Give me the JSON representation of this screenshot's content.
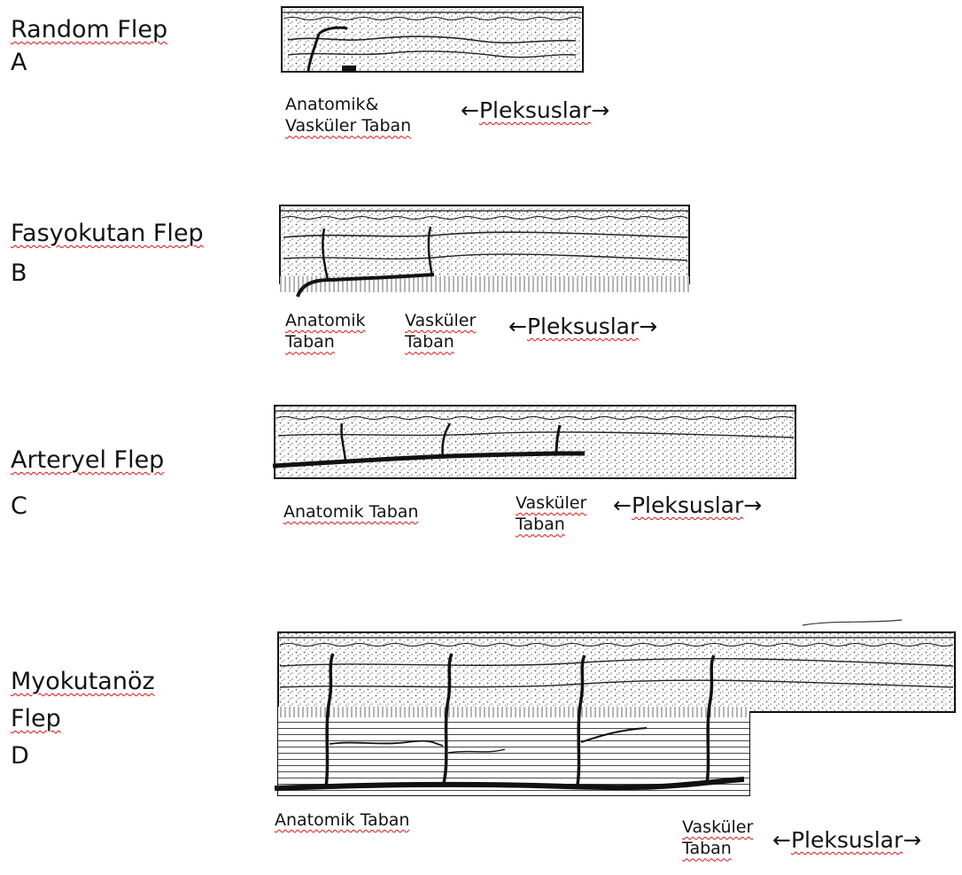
{
  "colors": {
    "ink": "#111111",
    "spellcheck": "#d11111"
  },
  "flaps": [
    {
      "key": "A",
      "title": "Random Flep",
      "letter": "A",
      "labels": [
        "Anatomik&",
        "Vasküler Taban"
      ],
      "arrow_left": "←",
      "arrow_text": "Pleksuslar",
      "arrow_right": "→"
    },
    {
      "key": "B",
      "title": "Fasyokutan Flep",
      "letter": "B",
      "labels": [
        "Anatomik",
        "Taban",
        "Vasküler",
        "Taban"
      ],
      "arrow_left": "←",
      "arrow_text": "Pleksuslar",
      "arrow_right": "→"
    },
    {
      "key": "C",
      "title": "Arteryel Flep",
      "letter": "C",
      "labels": [
        "Anatomik Taban",
        "Vasküler",
        "Taban"
      ],
      "arrow_left": "←",
      "arrow_text": "Pleksuslar",
      "arrow_right": "→"
    },
    {
      "key": "D",
      "title": "Myokutanöz",
      "title2": "Flep",
      "letter": "D",
      "labels": [
        "Anatomik Taban",
        "Vasküler",
        "Taban"
      ],
      "arrow_left": "←",
      "arrow_text": "Pleksuslar",
      "arrow_right": "→"
    }
  ]
}
